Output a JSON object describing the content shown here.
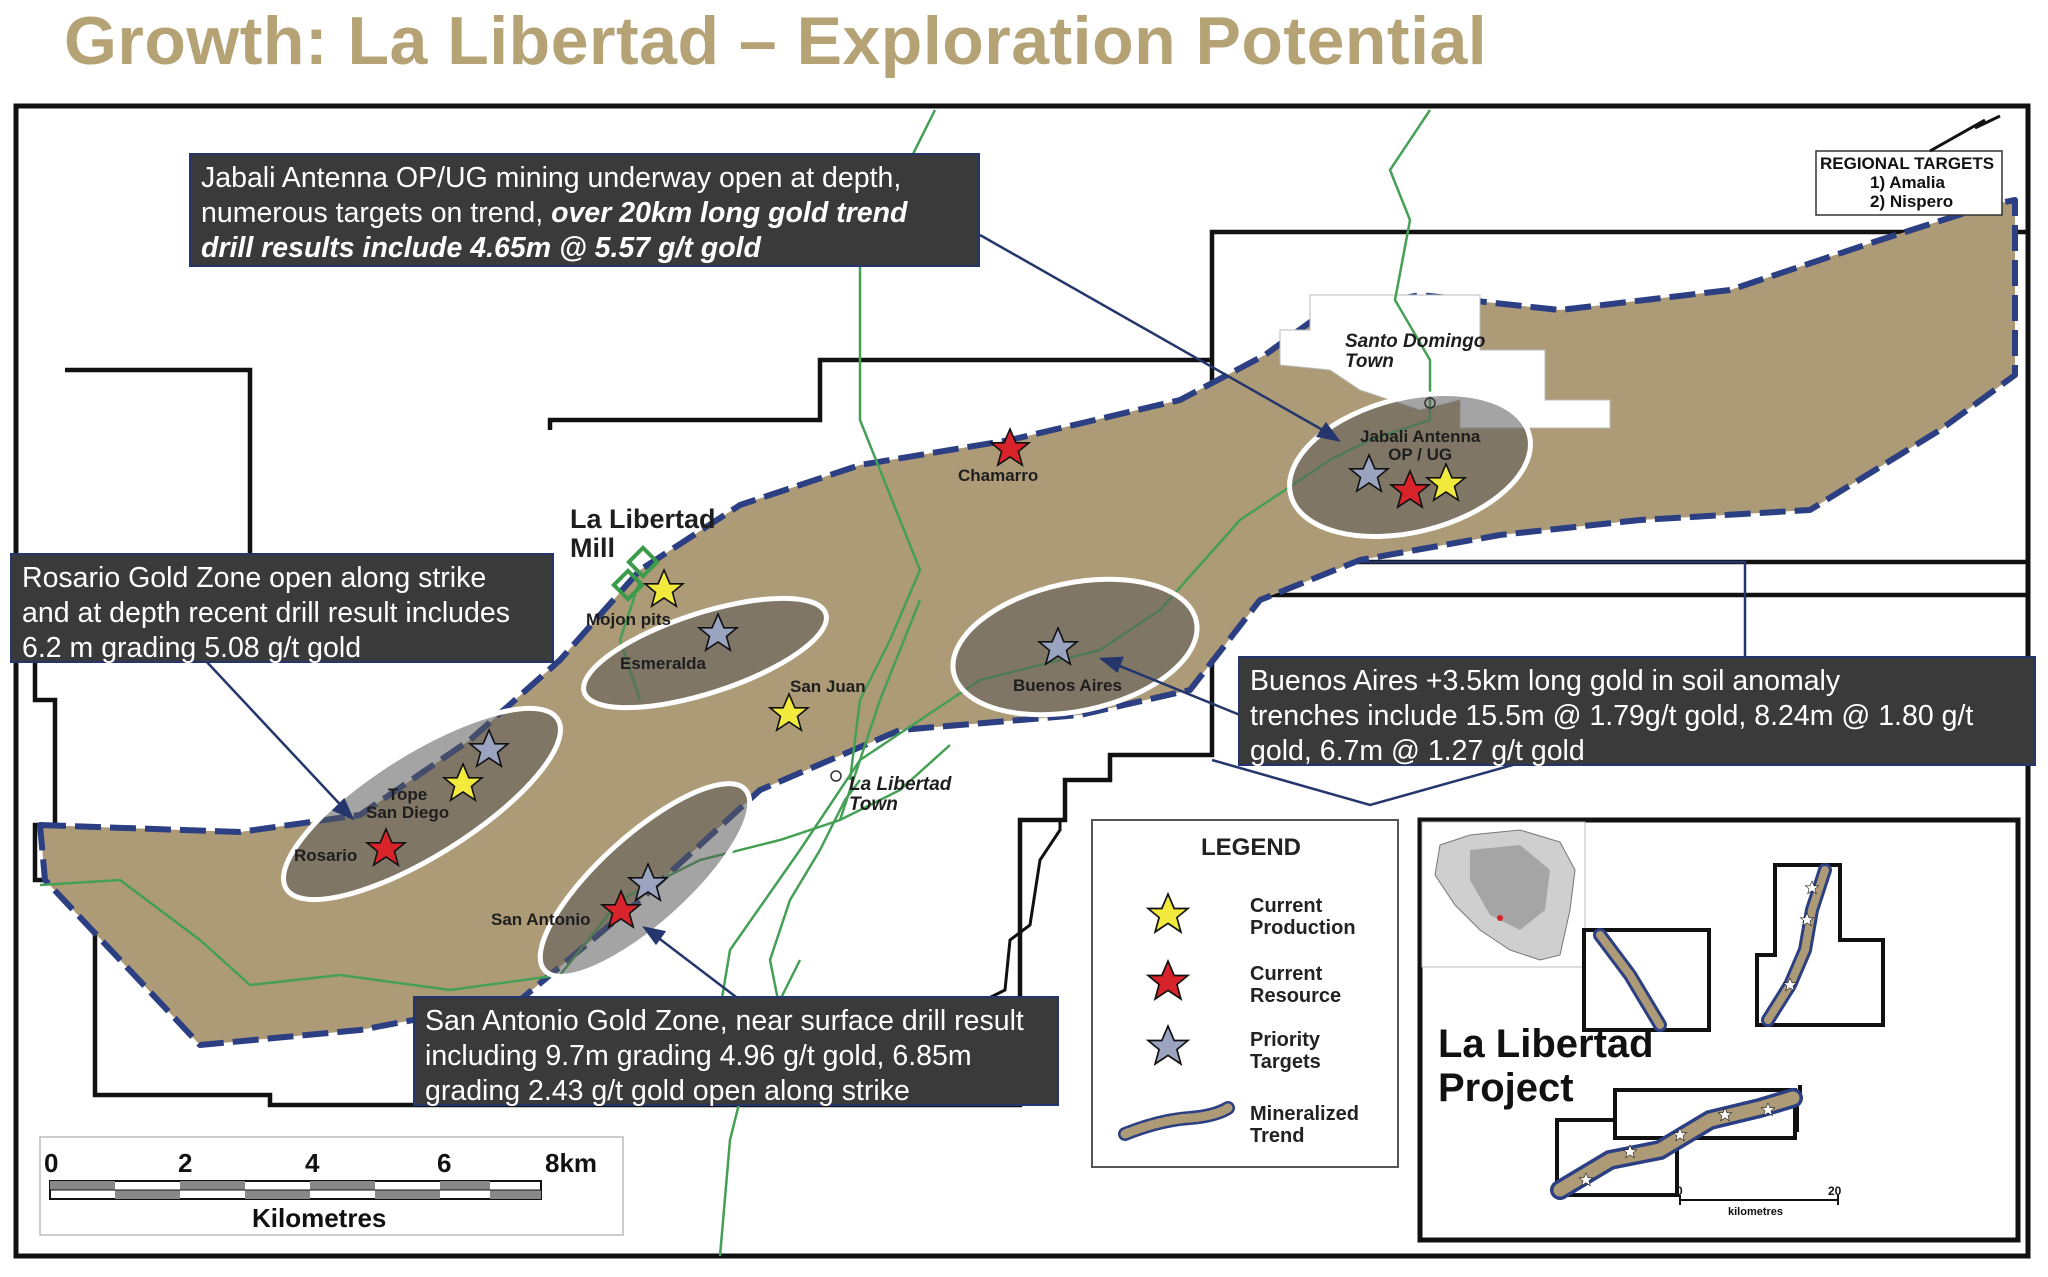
{
  "title": "Growth: La Libertad – Exploration Potential",
  "colors": {
    "trend_fill": "#ad9a77",
    "trend_dash": "#2b3f82",
    "title": "#b5a275",
    "callout_bg": "#3a3a3a",
    "road": "#45a055",
    "production_star": "#f2ea3c",
    "resource_star": "#d9232a",
    "target_star": "#9aa3bf"
  },
  "callouts": {
    "jabali": {
      "line1": "Jabali Antenna OP/UG mining underway open at depth,",
      "line2a": "numerous targets on trend, ",
      "line2b": "over 20km long gold trend",
      "line3": "drill results include 4.65m @ 5.57 g/t gold"
    },
    "rosario": {
      "line1": "Rosario Gold Zone open along strike",
      "line2": "and at depth recent drill result includes",
      "line3": "6.2 m grading 5.08 g/t gold"
    },
    "buenos_aires": {
      "line1": "Buenos Aires +3.5km long gold in soil anomaly",
      "line2": "trenches include 15.5m @ 1.79g/t gold, 8.24m @ 1.80 g/t",
      "line3": "gold, 6.7m @ 1.27 g/t gold"
    },
    "san_antonio": {
      "line1": "San Antonio Gold Zone, near surface drill result",
      "line2": "including 9.7m grading 4.96 g/t gold, 6.85m",
      "line3": "grading 2.43 g/t gold open along strike"
    }
  },
  "labels": {
    "mill_line1": "La Libertad",
    "mill_line2": "Mill",
    "mojon_pits": "Mojon pits",
    "esmeralda": "Esmeralda",
    "san_juan": "San Juan",
    "buenos_aires": "Buenos Aires",
    "chamarro": "Chamarro",
    "jabali_line1": "Jabali Antenna",
    "jabali_line2": "OP / UG",
    "tope_line1": "Tope",
    "tope_line2": "San Diego",
    "rosario": "Rosario",
    "san_antonio": "San Antonio",
    "la_libertad_town_line1": "La Libertad",
    "la_libertad_town_line2": "Town",
    "santo_domingo_line1": "Santo Domingo",
    "santo_domingo_line2": "Town"
  },
  "regional_targets": {
    "heading": "REGIONAL TARGETS",
    "item1": "1) Amalia",
    "item2": "2) Nispero"
  },
  "legend": {
    "title": "LEGEND",
    "production_line1": "Current",
    "production_line2": "Production",
    "resource_line1": "Current",
    "resource_line2": "Resource",
    "targets_line1": "Priority",
    "targets_line2": "Targets",
    "trend_line1": "Mineralized",
    "trend_line2": "Trend"
  },
  "scale": {
    "ticks": [
      "0",
      "2",
      "4",
      "6",
      "8km"
    ],
    "unit": "Kilometres"
  },
  "inset": {
    "project_line1": "La Libertad",
    "project_line2": "Project",
    "scale_start": "0",
    "scale_end": "20",
    "scale_unit": "kilometres"
  }
}
